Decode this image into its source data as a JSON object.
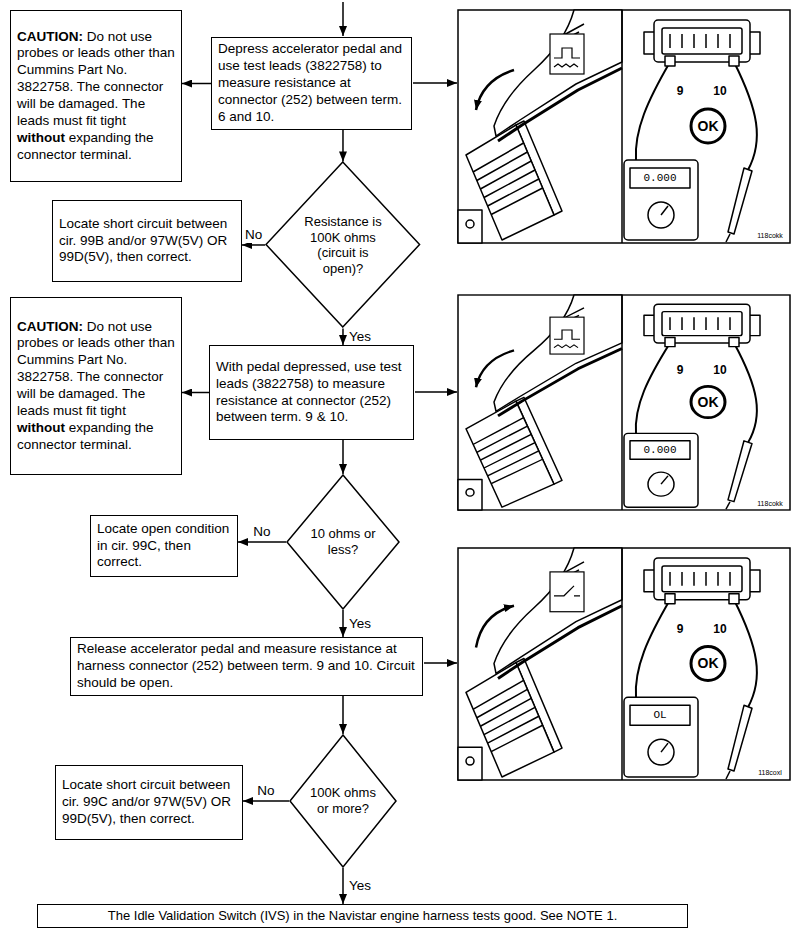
{
  "diagram": {
    "nodes": [
      {
        "text": [
          "CAUTION: Do not use probes or leads other than Cummins Part No. 3822758. The connector will be damaged. The leads must fit tight without expanding the connector terminal."
        ]
      },
      {
        "text": [
          "Depress accelerator pedal and use test leads (3822758) to measure resistance at connector (252) between term. 6 and 10."
        ]
      },
      {
        "text": [
          "Locate short circuit between cir. 99B and/or 97W(5V) OR 99D(5V), then correct."
        ]
      },
      {
        "text": [
          "Resistance is 100K ohms (circuit is open)?"
        ]
      },
      {
        "text": [
          "CAUTION: Do not use probes or leads other than Cummins Part No. 3822758. The connector will be damaged. The leads must fit tight without expanding the connector terminal."
        ]
      },
      {
        "text": [
          "With pedal depressed, use test leads (3822758) to measure resistance at connector (252) between term. 9 & 10."
        ]
      },
      {
        "text": [
          "Locate open condition in cir. 99C, then correct."
        ]
      },
      {
        "text": [
          "10 ohms or less?"
        ]
      },
      {
        "text": [
          "Release accelerator pedal and measure resistance at harness connector (252) between term. 9 and 10. Circuit should be open."
        ]
      },
      {
        "text": [
          "Locate short circuit between cir. 99C and/or 97W(5V) OR 99D(5V), then correct."
        ]
      },
      {
        "text": [
          "100K ohms or more?"
        ]
      },
      {
        "text": [
          "The Idle Validation Switch (IVS) in the Navistar engine harness tests good. See NOTE 1."
        ]
      }
    ],
    "edges": [
      {
        "from": 1,
        "to": 0,
        "arrow": "to"
      },
      {
        "from": 1,
        "to": 3,
        "arrow": "to"
      },
      {
        "from": 3,
        "to": 2,
        "label": "No",
        "arrow": "to"
      },
      {
        "from": 3,
        "to": 5,
        "label": "Yes",
        "arrow": "to"
      },
      {
        "from": 5,
        "to": 4,
        "arrow": "to"
      },
      {
        "from": 5,
        "to": 7,
        "arrow": "to"
      },
      {
        "from": 7,
        "to": 6,
        "label": "No",
        "arrow": "to"
      },
      {
        "from": 7,
        "to": 8,
        "label": "Yes",
        "arrow": "to"
      },
      {
        "from": 8,
        "to": 10,
        "arrow": "to"
      },
      {
        "from": 10,
        "to": 9,
        "label": "No",
        "arrow": "to"
      },
      {
        "from": 10,
        "to": 11,
        "label": "Yes",
        "arrow": "to"
      }
    ],
    "labels": [
      "9",
      "10",
      "OK",
      "0.000",
      "118cokk",
      "9",
      "10",
      "OK",
      "0.000",
      "118cokk",
      "9",
      "10",
      "OK",
      "OL",
      "118coxl"
    ]
  }
}
